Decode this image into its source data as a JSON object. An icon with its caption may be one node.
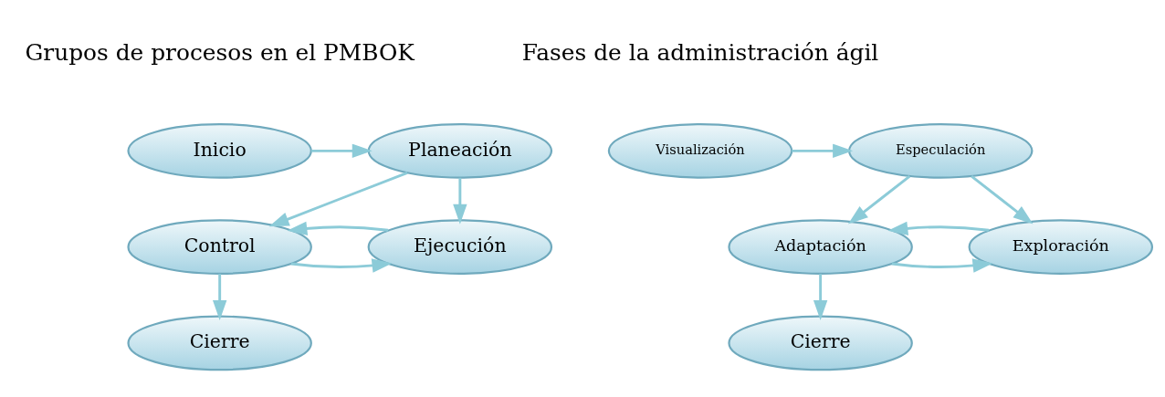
{
  "diagram": {
    "nodes": [
      {
        "text": [
          "Inicio"
        ]
      },
      {
        "text": [
          "Planeación"
        ]
      },
      {
        "text": [
          "Control"
        ]
      },
      {
        "text": [
          "Ejecución"
        ]
      },
      {
        "text": [
          "Cierre"
        ]
      },
      {
        "text": [
          "Visualización"
        ]
      },
      {
        "text": [
          "Especulación"
        ]
      },
      {
        "text": [
          "Adaptación"
        ]
      },
      {
        "text": [
          "Exploración"
        ]
      },
      {
        "text": [
          "Cierre"
        ]
      }
    ],
    "edges": [
      {
        "from": 0,
        "to": 1,
        "arrow": "to"
      },
      {
        "from": 1,
        "to": 2,
        "arrow": "to"
      },
      {
        "from": 1,
        "to": 3,
        "arrow": "to"
      },
      {
        "from": 2,
        "to": 3,
        "arrow": "to"
      },
      {
        "from": 3,
        "to": 2,
        "arrow": "to"
      },
      {
        "from": 2,
        "to": 4,
        "arrow": "to"
      },
      {
        "from": 5,
        "to": 6,
        "arrow": "to"
      },
      {
        "from": 6,
        "to": 7,
        "arrow": "to"
      },
      {
        "from": 6,
        "to": 8,
        "arrow": "to"
      },
      {
        "from": 7,
        "to": 8,
        "arrow": "to"
      },
      {
        "from": 8,
        "to": 7,
        "arrow": "to"
      },
      {
        "from": 7,
        "to": 9,
        "arrow": "to"
      }
    ],
    "labels": [
      "Grupos de procesos en el PMBOK",
      "Fases de la administración ágil"
    ]
  }
}
